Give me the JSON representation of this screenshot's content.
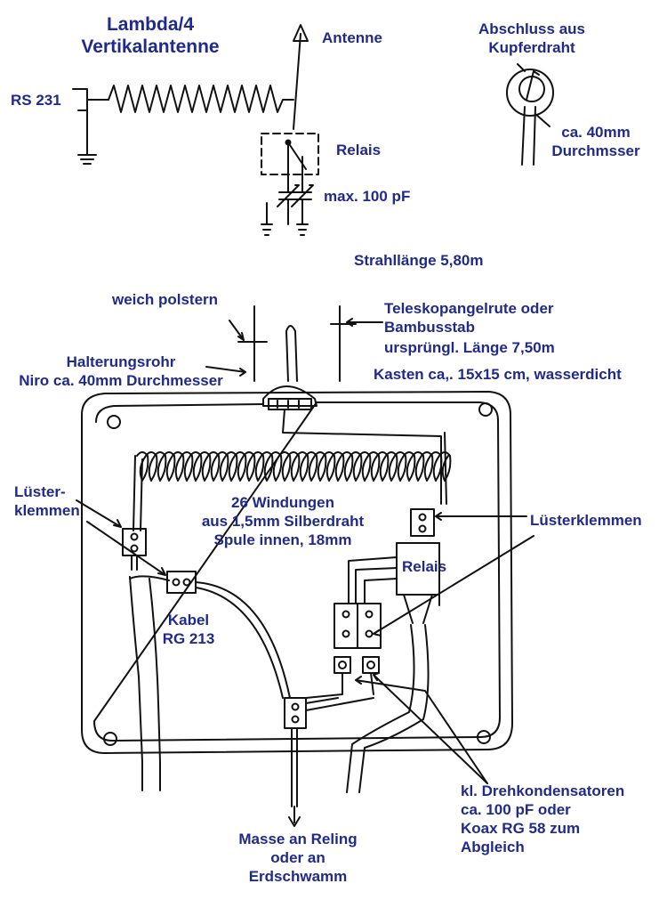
{
  "title": [
    "Lambda/4",
    "Vertikalantenne"
  ],
  "schematic": {
    "rs231": "RS 231",
    "antenne": "Antenne",
    "relais": "Relais",
    "capacitor": "max. 100 pF",
    "strahl": "Strahllänge 5,80m"
  },
  "loop": {
    "label": [
      "Abschluss aus",
      "Kupferdraht"
    ],
    "diameter": [
      "ca. 40mm",
      "Durchmsser"
    ]
  },
  "box": {
    "weich": "weich polstern",
    "tele": [
      "Teleskopangelrute oder",
      "Bambusstab"
    ],
    "laenge": "ursprüngl. Länge 7,50m",
    "kasten": "Kasten ca,. 15x15 cm, wasserdicht",
    "rohr": [
      "Halterungsrohr",
      "Niro ca. 40mm Durchmesser"
    ],
    "coil": [
      "26 Windungen",
      "aus 1,5mm Silberdraht",
      "Spule innen, 18mm"
    ],
    "luester_left": [
      "Lüster-",
      "klemmen"
    ],
    "luester_right": "Lüsterklemmen",
    "relais": "Relais",
    "kabel": [
      "Kabel",
      "RG 213"
    ],
    "dreh": [
      "kl. Drehkondensatoren",
      "ca. 100 pF oder",
      "Koax RG 58 zum",
      "Abgleich"
    ],
    "masse": [
      "Masse an Reling",
      "oder an",
      "Erdschwamm"
    ]
  },
  "colors": {
    "ink": "#111111",
    "text": "#1f2a8c"
  }
}
